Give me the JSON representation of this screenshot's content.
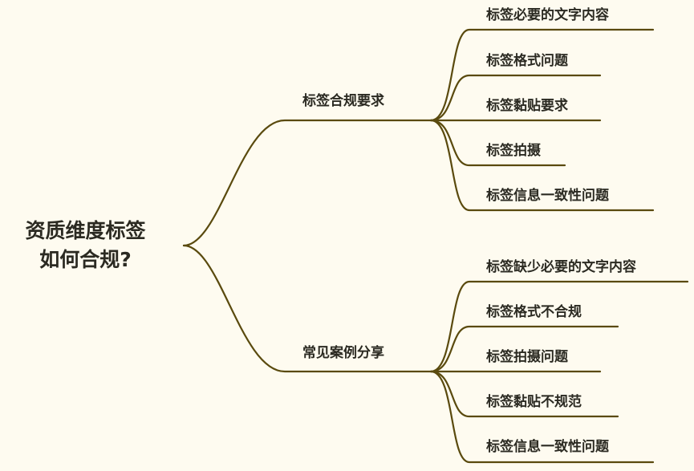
{
  "colors": {
    "background": "#fefbf0",
    "line": "#5a4a0e",
    "text": "#2b2a22"
  },
  "root": {
    "line1": "资质维度标签",
    "line2": "如何合规?"
  },
  "branches": [
    {
      "label": "标签合规要求",
      "children": [
        "标签必要的文字内容",
        "标签格式问题",
        "标签黏贴要求",
        "标签拍摄",
        "标签信息一致性问题"
      ]
    },
    {
      "label": "常见案例分享",
      "children": [
        "标签缺少必要的文字内容",
        "标签格式不合规",
        "标签拍摄问题",
        "标签黏贴不规范",
        "标签信息一致性问题"
      ]
    }
  ]
}
